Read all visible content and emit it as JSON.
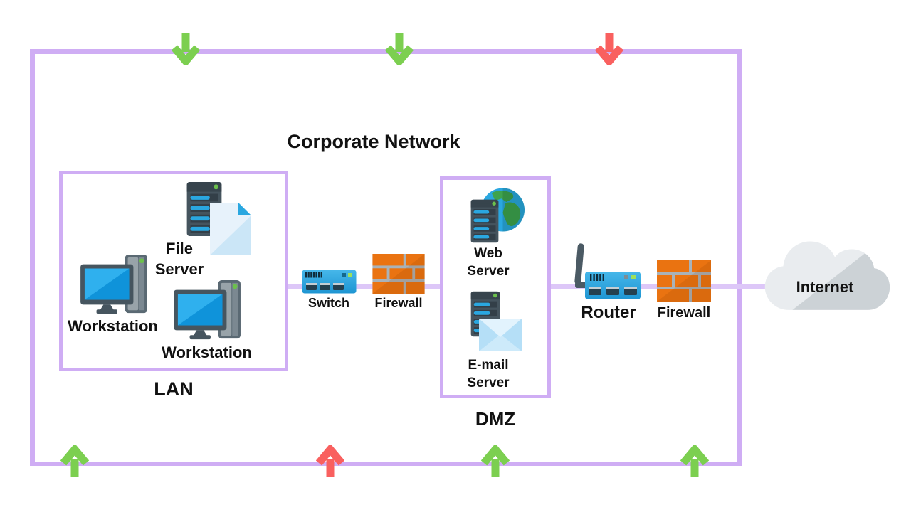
{
  "title": "Corporate Network",
  "zones": {
    "lan": {
      "label": "LAN"
    },
    "dmz": {
      "label": "DMZ"
    }
  },
  "devices": {
    "file_server": {
      "label_line1": "File",
      "label_line2": "Server"
    },
    "workstation_left": {
      "label": "Workstation"
    },
    "workstation_right": {
      "label": "Workstation"
    },
    "switch": {
      "label": "Switch"
    },
    "firewall_lan": {
      "label": "Firewall"
    },
    "web_server": {
      "label_line1": "Web",
      "label_line2": "Server"
    },
    "email_server": {
      "label_line1": "E-mail",
      "label_line2": "Server"
    },
    "router": {
      "label": "Router"
    },
    "firewall_internet": {
      "label": "Firewall"
    },
    "internet": {
      "label": "Internet"
    }
  },
  "arrows": {
    "top": [
      {
        "position": "top-left",
        "direction": "down",
        "color": "green"
      },
      {
        "position": "top-middle",
        "direction": "down",
        "color": "green"
      },
      {
        "position": "top-right",
        "direction": "down",
        "color": "red"
      }
    ],
    "bottom": [
      {
        "position": "bottom-far-left",
        "direction": "up",
        "color": "green"
      },
      {
        "position": "bottom-left-middle",
        "direction": "up",
        "color": "red"
      },
      {
        "position": "bottom-right-middle",
        "direction": "up",
        "color": "green"
      },
      {
        "position": "bottom-far-right",
        "direction": "up",
        "color": "green"
      }
    ]
  },
  "colors": {
    "boundary_purple": "#cfadf4",
    "link_purple": "#ddc7f8",
    "arrow_green": "#7ccf50",
    "arrow_red": "#f9605f",
    "device_blue": "#2aa7e0",
    "firewall_orange": "#e97311",
    "server_slate": "#47565f",
    "cloud_gray": "#e9ecef",
    "text": "#111111"
  }
}
